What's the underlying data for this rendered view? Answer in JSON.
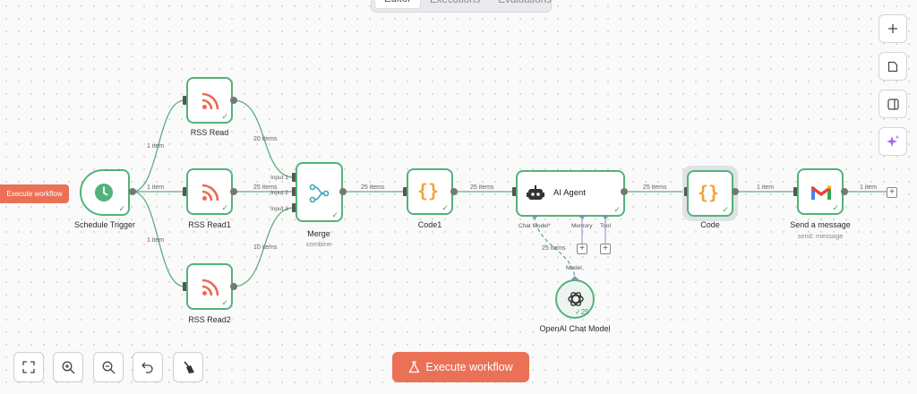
{
  "tabs": [
    "Editor",
    "Executions",
    "Evaluations"
  ],
  "active_tab": "Editor",
  "side_execute_label": "Execute workflow",
  "main_execute_label": "Execute workflow",
  "nodes": {
    "schedule": {
      "label": "Schedule Trigger"
    },
    "rss1": {
      "label": "RSS Read"
    },
    "rss2": {
      "label": "RSS Read1"
    },
    "rss3": {
      "label": "RSS Read2"
    },
    "merge": {
      "label": "Merge",
      "subtitle": "combine",
      "inputs": [
        "Input 1",
        "Input 2",
        "Input 3"
      ]
    },
    "code1": {
      "label": "Code1"
    },
    "agent": {
      "label": "AI Agent",
      "ports": [
        "Chat Model*",
        "Memory",
        "Tool"
      ]
    },
    "code": {
      "label": "Code"
    },
    "gmail": {
      "label": "Send a message",
      "subtitle": "send: message"
    },
    "openai": {
      "label": "OpenAI Chat Model",
      "badge": "25",
      "port": "Model"
    }
  },
  "edges": {
    "sched_rss1": "1 item",
    "sched_rss2": "1 item",
    "sched_rss3": "1 item",
    "rss1_merge": "20 items",
    "rss2_merge": "25 items",
    "rss3_merge": "10 items",
    "merge_code1": "25 items",
    "code1_agent": "25 items",
    "agent_code": "25 items",
    "model_agent": "25 items",
    "code_gmail": "1 item",
    "gmail_out": "1 item"
  },
  "colors": {
    "accent": "#ea7156",
    "success": "#53b27a",
    "rss": "#ea6a4f",
    "code": "#f3a33a",
    "merge": "#3aa6b9",
    "ai": "#8e88cf"
  },
  "icons": [
    "clock-icon",
    "rss-icon",
    "merge-icon",
    "braces-icon",
    "robot-icon",
    "gmail-icon",
    "openai-icon",
    "plus-icon",
    "sticky-note-icon",
    "panel-icon",
    "sparkle-icon",
    "fit-view-icon",
    "zoom-in-icon",
    "zoom-out-icon",
    "undo-icon",
    "clean-up-icon",
    "flask-icon"
  ]
}
